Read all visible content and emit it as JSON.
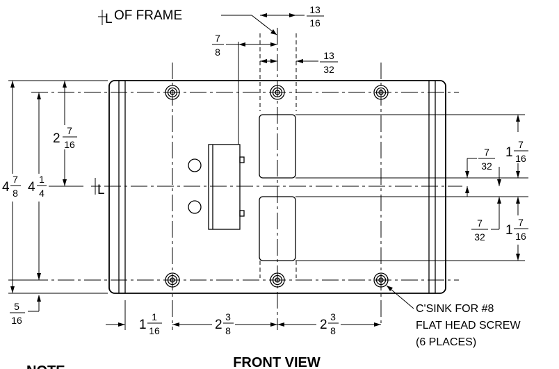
{
  "title": "FRONT VIEW",
  "partial_text": "NOTE",
  "labels": {
    "frame_centerline": "OF FRAME",
    "centerline_symbol": "CL",
    "csink_note": [
      "C'SINK FOR #8",
      "FLAT HEAD SCREW",
      "(6 PLACES)"
    ]
  },
  "dimensions": {
    "top_13_16": {
      "num": "13",
      "den": "16"
    },
    "top_7_8": {
      "num": "7",
      "den": "8"
    },
    "top_13_32": {
      "num": "13",
      "den": "32"
    },
    "height_overall": {
      "whole": "4",
      "num": "7",
      "den": "8"
    },
    "height_holes": {
      "whole": "4",
      "num": "1",
      "den": "4"
    },
    "upper_half": {
      "whole": "2",
      "num": "7",
      "den": "16"
    },
    "right_upper": {
      "whole": "1",
      "num": "7",
      "den": "16"
    },
    "right_gap_upper": {
      "num": "7",
      "den": "32"
    },
    "right_gap_lower": {
      "num": "7",
      "den": "32"
    },
    "right_lower": {
      "whole": "1",
      "num": "7",
      "den": "16"
    },
    "bottom_edge": {
      "num": "5",
      "den": "16"
    },
    "bottom_left": {
      "whole": "1",
      "num": "1",
      "den": "16"
    },
    "bottom_mid": {
      "whole": "2",
      "num": "3",
      "den": "8"
    },
    "bottom_right": {
      "whole": "2",
      "num": "3",
      "den": "8"
    }
  }
}
